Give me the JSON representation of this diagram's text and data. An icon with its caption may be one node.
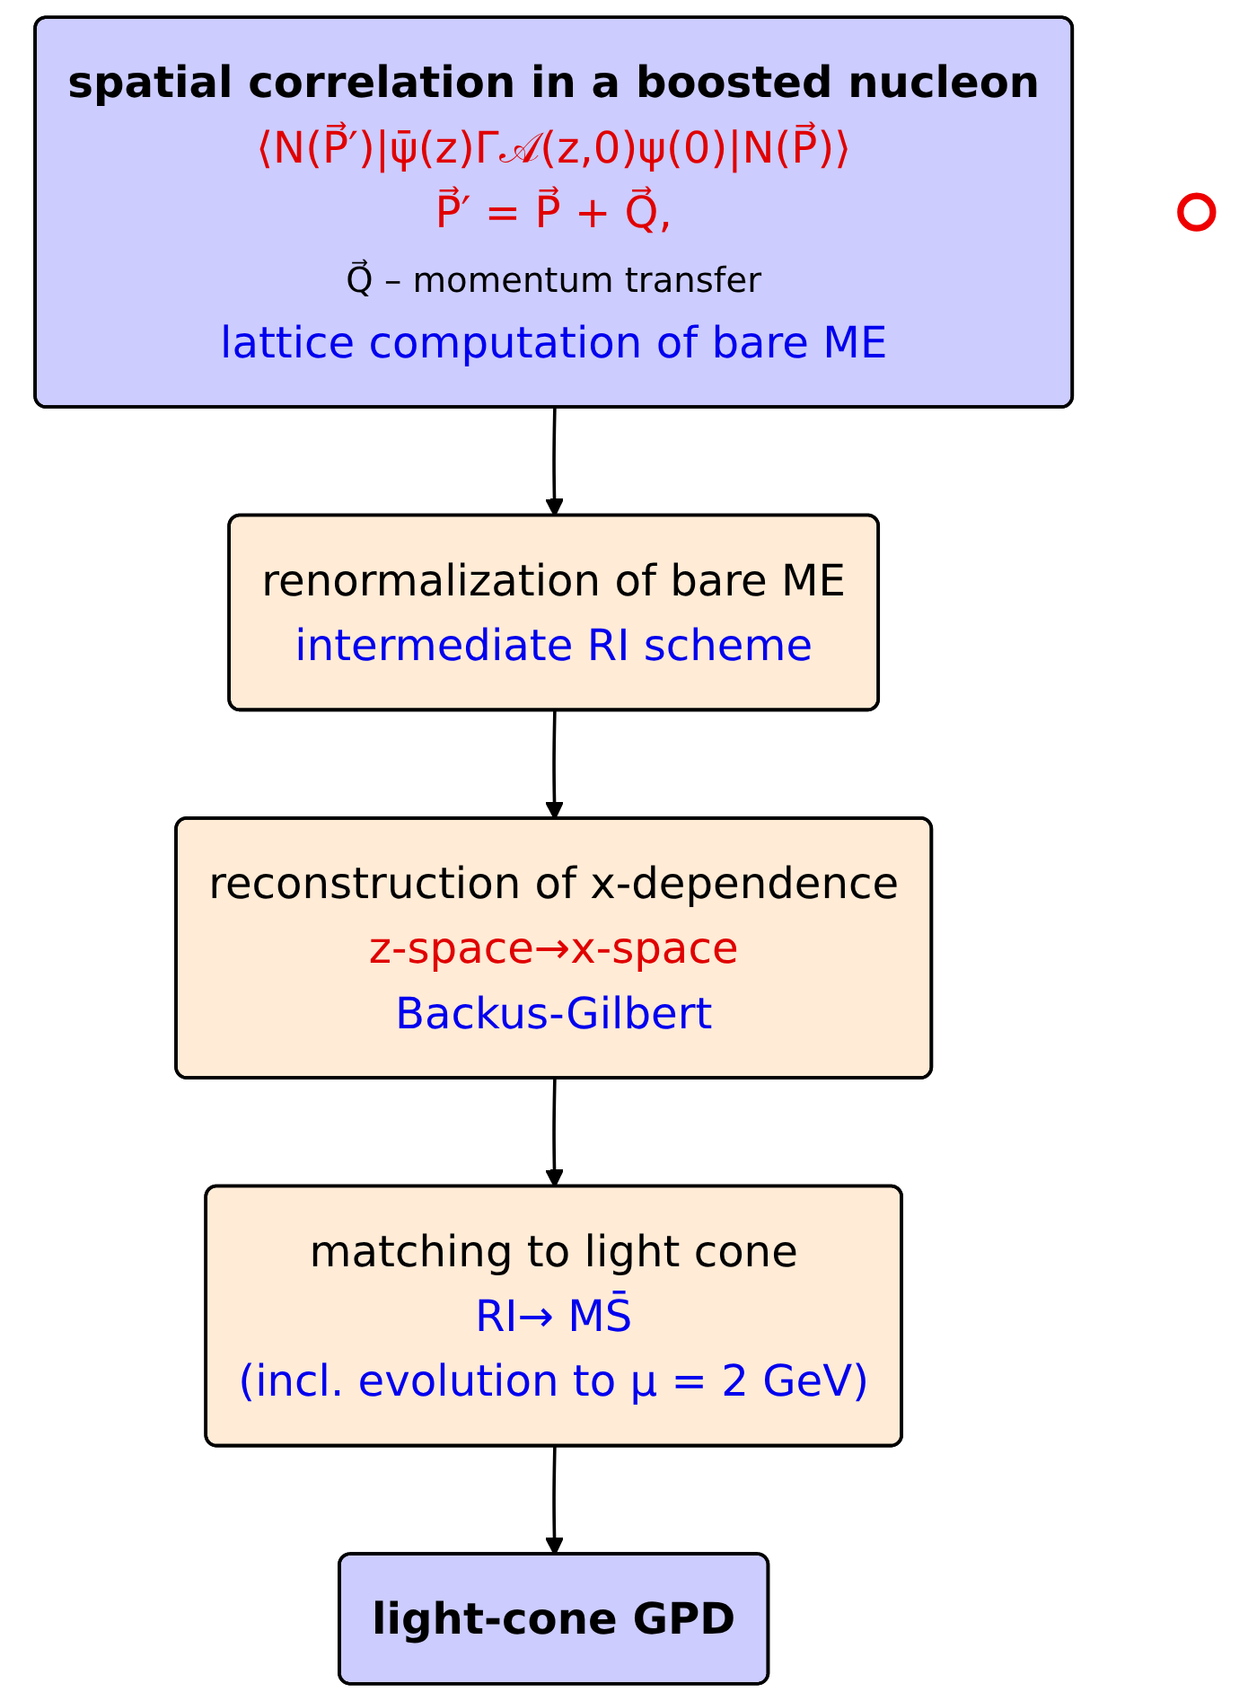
{
  "diagram": {
    "nodes": [
      {
        "text": [
          "spatial correlation in a boosted nucleon",
          "⟨N(P⃗′)|ψ̄(z)Γ𝒜(z,0)ψ(0)|N(P⃗)⟩",
          "P⃗′ = P⃗ + Q⃗,",
          "Q⃗ – momentum transfer",
          "lattice computation of bare ME"
        ]
      },
      {
        "text": [
          "renormalization of bare ME",
          "intermediate RI scheme"
        ]
      },
      {
        "text": [],
        "shape": "ellipse"
      },
      {
        "text": [
          "reconstruction of x-dependence",
          "z-space→x-space",
          "Backus-Gilbert"
        ]
      },
      {
        "text": [
          "matching to light cone",
          "RI→ MS̄",
          "(incl. evolution to μ = 2 GeV)"
        ]
      },
      {
        "text": [
          "light-cone GPD"
        ]
      }
    ],
    "edges": [
      {
        "from": 0,
        "to": 1,
        "arrow": "to"
      },
      {
        "from": 1,
        "to": 3,
        "arrow": "to"
      },
      {
        "from": 3,
        "to": 4,
        "arrow": "to"
      },
      {
        "from": 4,
        "to": 5,
        "arrow": "to"
      }
    ]
  }
}
